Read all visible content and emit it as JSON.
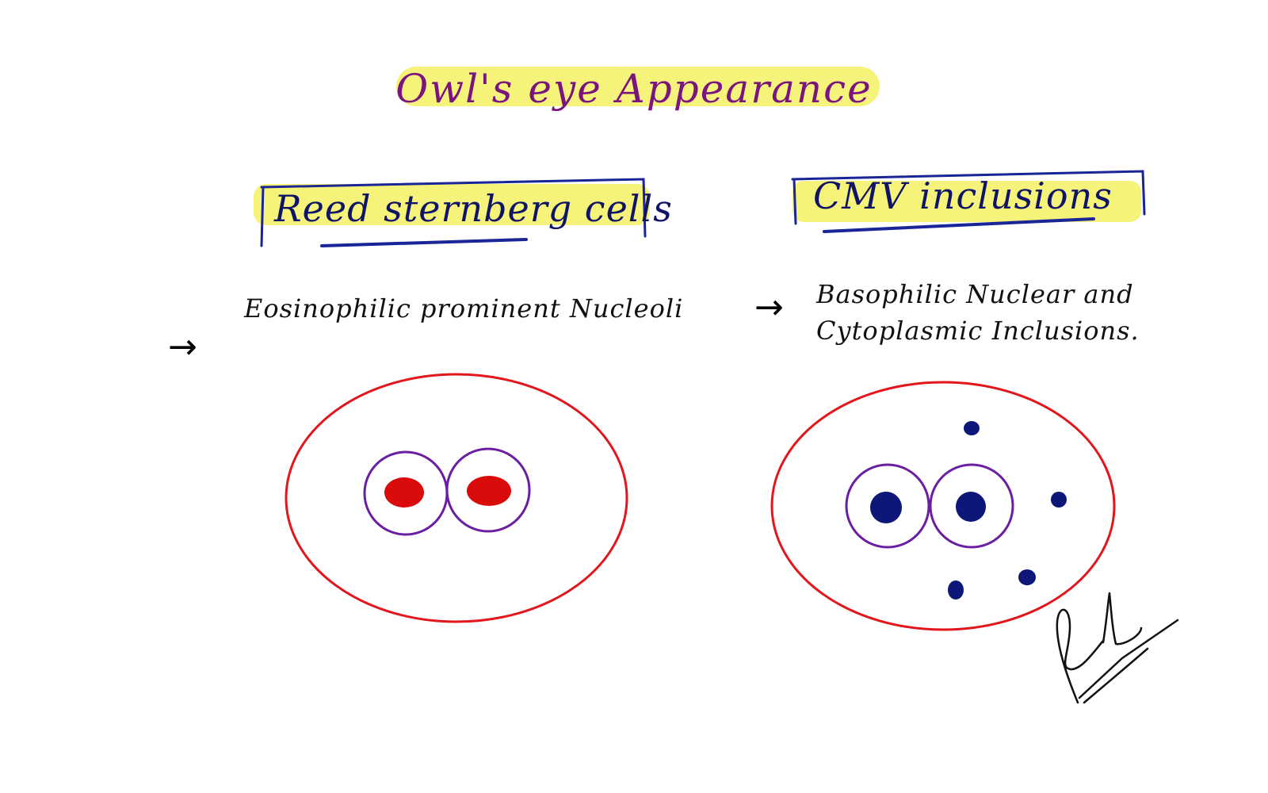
{
  "title": "Owl's eye Appearance",
  "colors": {
    "highlight": "#f6f37a",
    "title_text": "#7a1580",
    "heading_text": "#101466",
    "box_border": "#1a2597",
    "body_text": "#111111",
    "cell_outline": "#e3161b",
    "nucleus_outline": "#6a1fa3",
    "rs_nucleolus": "#d90b0b",
    "cmv_inclusion": "#0d1778"
  },
  "panels": [
    {
      "heading": "Reed sternberg cells",
      "note": "Eosinophilic prominent Nucleoli",
      "arrow_icon": "right-arrow-icon",
      "nucleolus_color": "#d90b0b"
    },
    {
      "heading": "CMV inclusions",
      "note_lines": [
        "Basophilic Nuclear and",
        "Cytoplasmic Inclusions."
      ],
      "arrow_icon": "right-arrow-icon",
      "inclusion_color": "#0d1778"
    }
  ],
  "signature": "handwritten signature"
}
